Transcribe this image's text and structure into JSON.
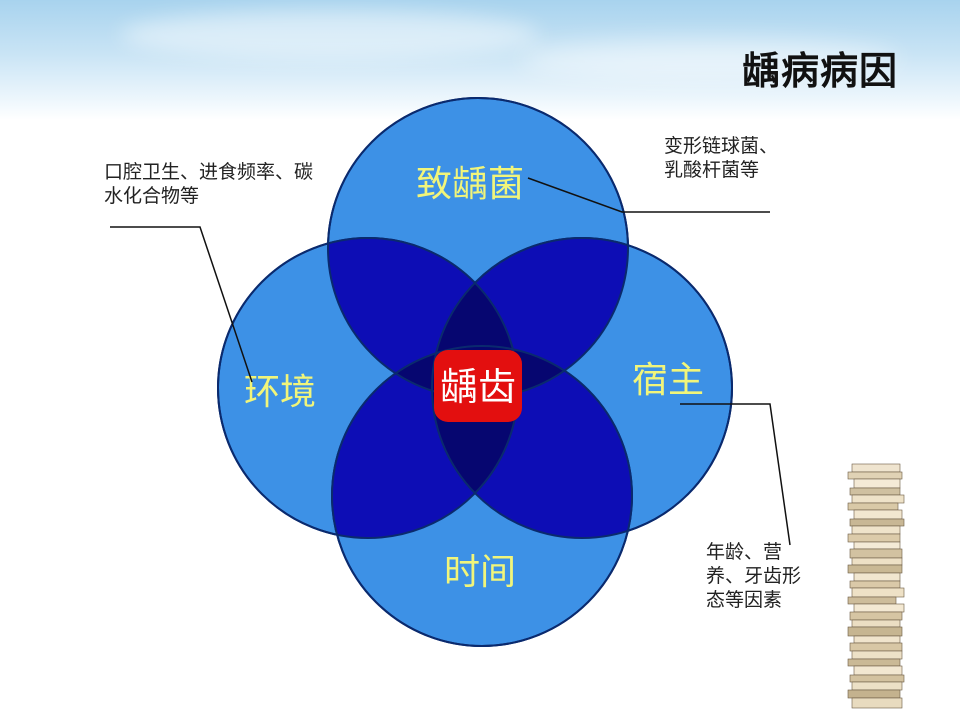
{
  "title": "龋病病因",
  "venn": {
    "top": "致龋菌",
    "left": "环境",
    "right": "宿主",
    "bottom": "时间",
    "center": "龋齿"
  },
  "annotations": {
    "environment_note": "口腔卫生、进食频率、碳水化合物等",
    "bacteria_note": "变形链球菌、乳酸杆菌等",
    "host_note": "年龄、营养、牙齿形态等因素"
  },
  "colors": {
    "circle_fill": "#3d91e6",
    "overlap_fill": "#0d0db5",
    "triple_fill": "#060670",
    "center_fill": "#e30f0f",
    "label_color": "#f1f57a",
    "center_label_color": "#ffffff"
  }
}
